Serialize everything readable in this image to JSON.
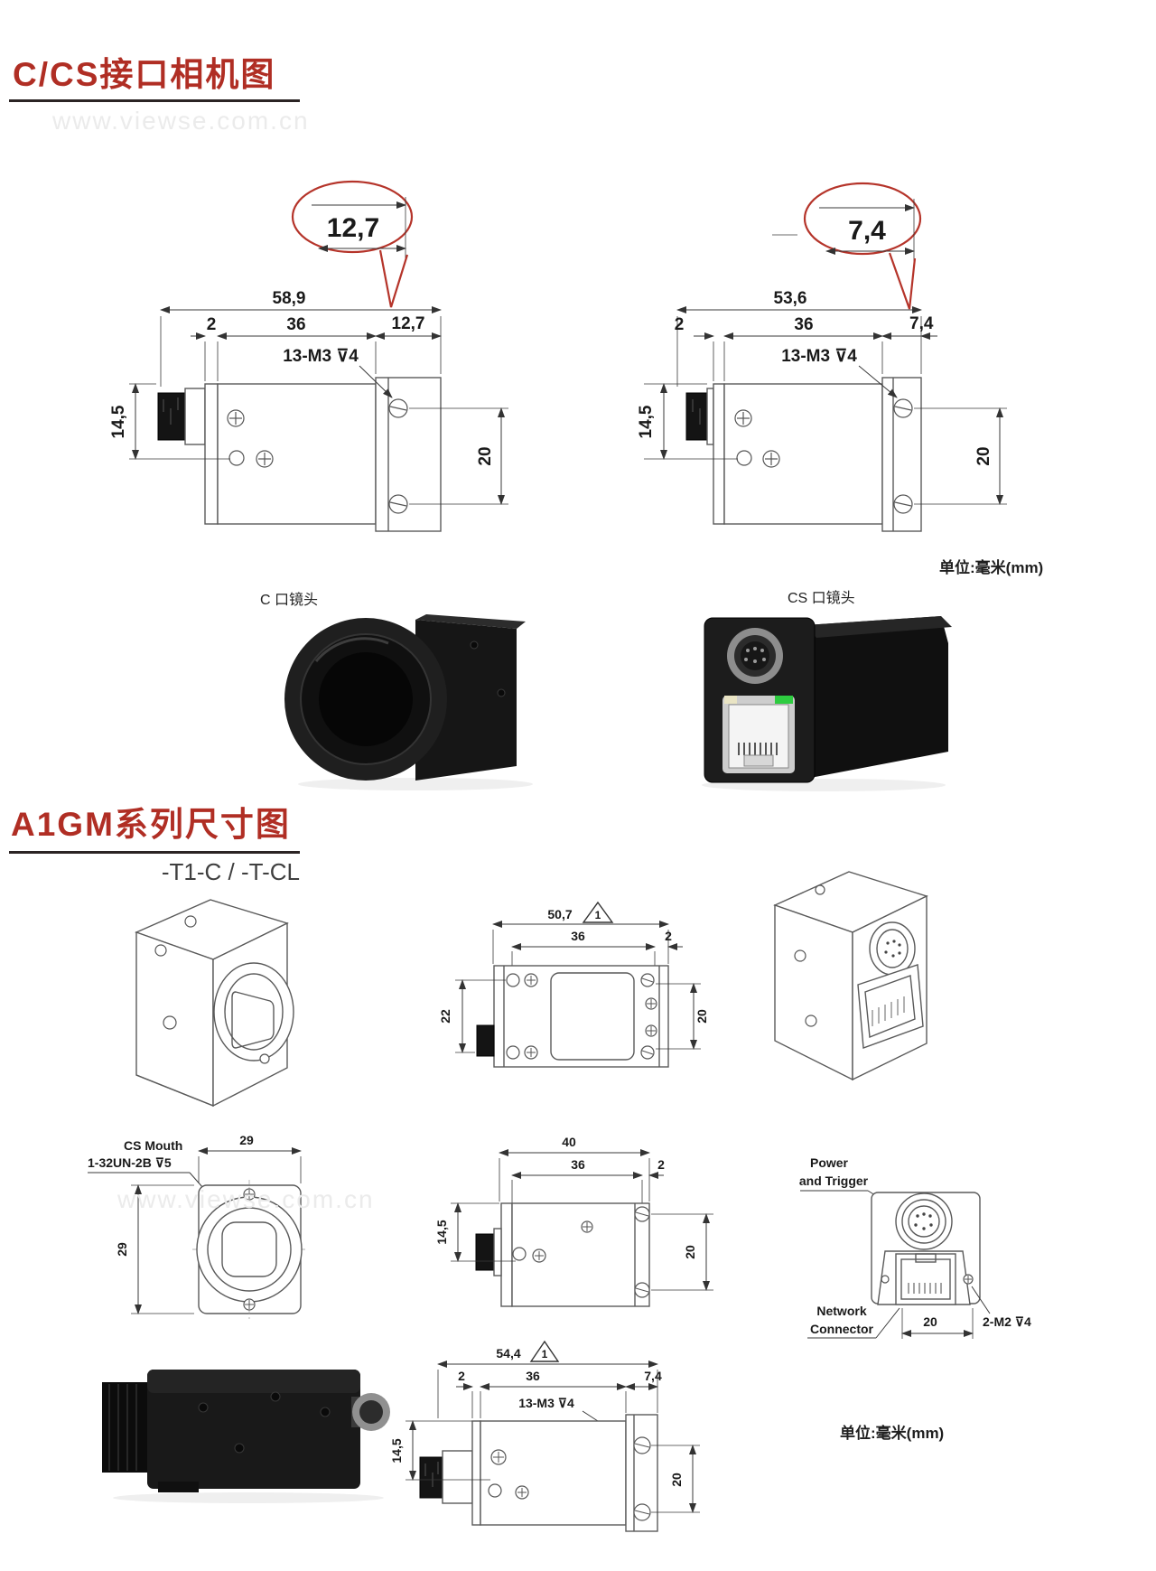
{
  "page": {
    "watermark_top": "www.viewse.com.cn",
    "watermark_mid": "www.viewse.com.cn"
  },
  "section1": {
    "title": "C/CS接口相机图",
    "unit": "单位:毫米(mm)",
    "c": {
      "caption": "C 口镜头",
      "callout": "12,7",
      "total": "58,9",
      "d2": "2",
      "d36": "36",
      "flange": "12,7",
      "thread": "13-M3 ⊽4",
      "h_left": "14,5",
      "h_right": "20"
    },
    "cs": {
      "caption": "CS 口镜头",
      "callout": "7,4",
      "total": "53,6",
      "d2": "2",
      "d36": "36",
      "flange": "7,4",
      "thread": "13-M3 ⊽4",
      "h_left": "14,5",
      "h_right": "20"
    }
  },
  "section2": {
    "title": "A1GM系列尺寸图",
    "subtitle": "-T1-C / -T-CL",
    "unit": "单位:毫米(mm)",
    "top_view": {
      "total": "50,7",
      "rev": "1",
      "d36": "36",
      "d2": "2",
      "h_left": "22",
      "h_right": "20"
    },
    "front_view": {
      "mouth1": "CS Mouth",
      "mouth2": "1-32UN-2B ⊽5",
      "w": "29",
      "h": "29"
    },
    "side_view": {
      "total": "40",
      "d36": "36",
      "d2": "2",
      "h_left": "14,5",
      "h_right": "20"
    },
    "back_view": {
      "power1": "Power",
      "power2": "and Trigger",
      "net1": "Network",
      "net2": "Connector",
      "d20": "20",
      "screw": "2-M2 ⊽4"
    },
    "bottom_view": {
      "total": "54,4",
      "rev": "1",
      "d2": "2",
      "d36": "36",
      "d74": "7,4",
      "thread": "13-M3 ⊽4",
      "h_left": "14,5",
      "h_right": "20"
    }
  }
}
